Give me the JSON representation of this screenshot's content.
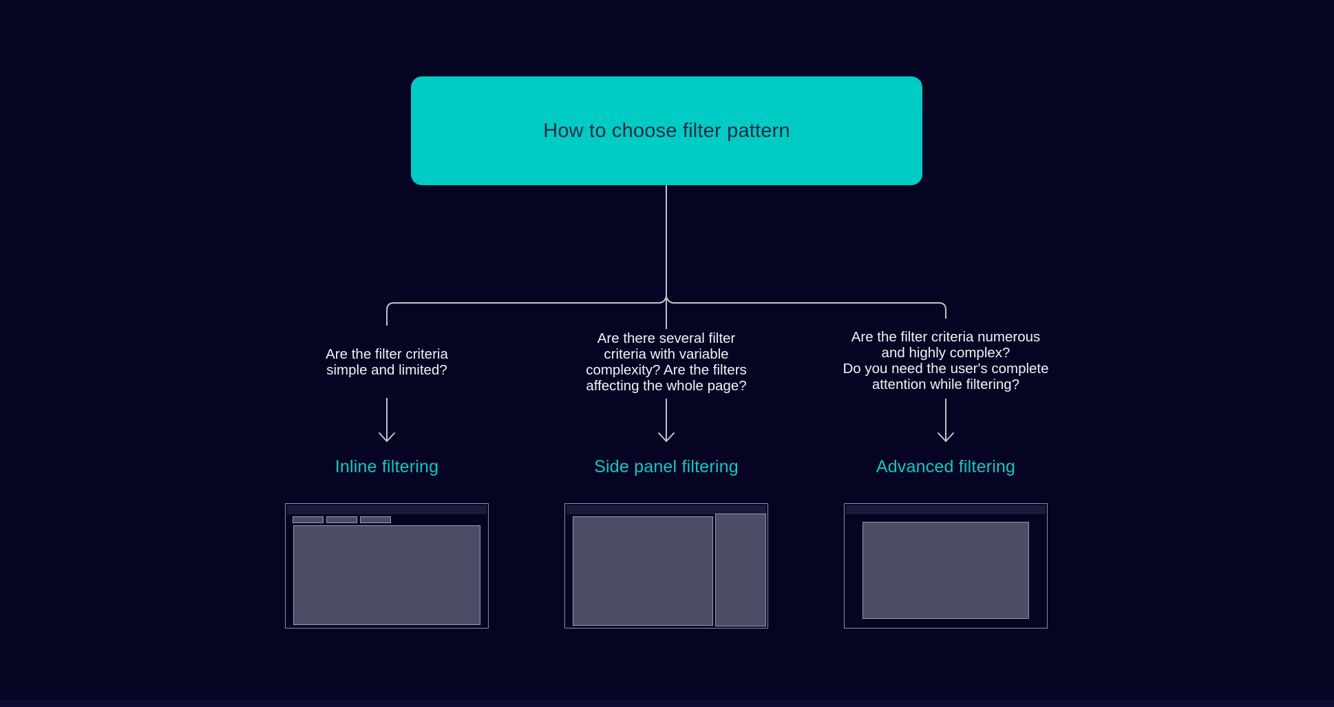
{
  "diagram": {
    "title": "How to choose filter pattern",
    "branches": [
      {
        "question": "Are the filter criteria\nsimple and limited?",
        "label": "Inline filtering",
        "thumbnail": "inline-layout-with-filter-chips"
      },
      {
        "question": "Are there several filter\ncriteria with variable\ncomplexity? Are the filters\naffecting the whole page?",
        "label": "Side panel filtering",
        "thumbnail": "layout-with-right-side-panel"
      },
      {
        "question": "Are the filter criteria numerous\nand highly complex?\nDo you need the user's complete\nattention while filtering?",
        "label": "Advanced filtering",
        "thumbnail": "layout-with-centered-modal"
      }
    ],
    "colors": {
      "bg": "#050423",
      "bottom-strip": "#0d0c33",
      "teal": "#00cbc4",
      "teal-text": "#10c9c1",
      "title-ink": "#232c40",
      "text": "#f2f2f4",
      "line": "#c4c4cc",
      "frame": "#8e8ea1",
      "panel-dark": "#1a1a3c",
      "block": "#4c4c67",
      "block-border": "#9898aa"
    }
  }
}
